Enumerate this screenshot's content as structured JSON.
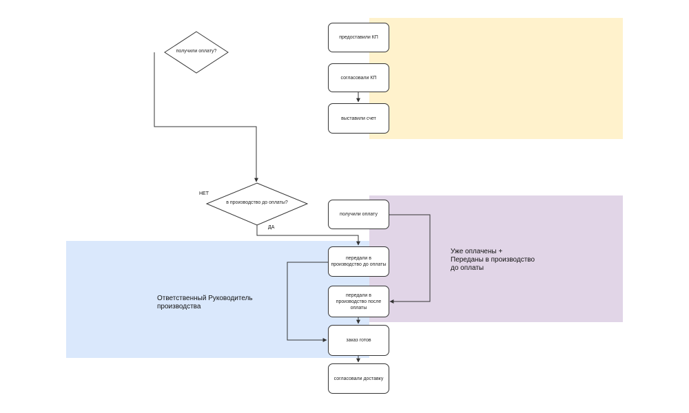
{
  "colors": {
    "yellow_zone": "#fff2cc",
    "purple_zone": "#e1d5e7",
    "blue_zone": "#dae8fc",
    "stroke": "#333333"
  },
  "zones": {
    "paid_label": "Уже оплачены +\nПереданы в производство\nдо оплаты",
    "production_label": "Ответственный Руководитель\nпроизводства"
  },
  "nodes": {
    "kp_provided": "предоставили КП",
    "kp_agreed": "согласовали КП",
    "invoice_issued": "выставили счет",
    "payment_received": "получили оплату",
    "sent_before_payment": "передали в производство до оплаты",
    "sent_after_payment": "передали в производство после оплаты",
    "order_ready": "заказ готов",
    "delivery_agreed": "согласовали доставку"
  },
  "decisions": {
    "payment_received_q": "получили оплату?",
    "production_before_payment_q": "в производство до оплаты?"
  },
  "edge_labels": {
    "no": "НЕТ",
    "yes": "ДА"
  }
}
